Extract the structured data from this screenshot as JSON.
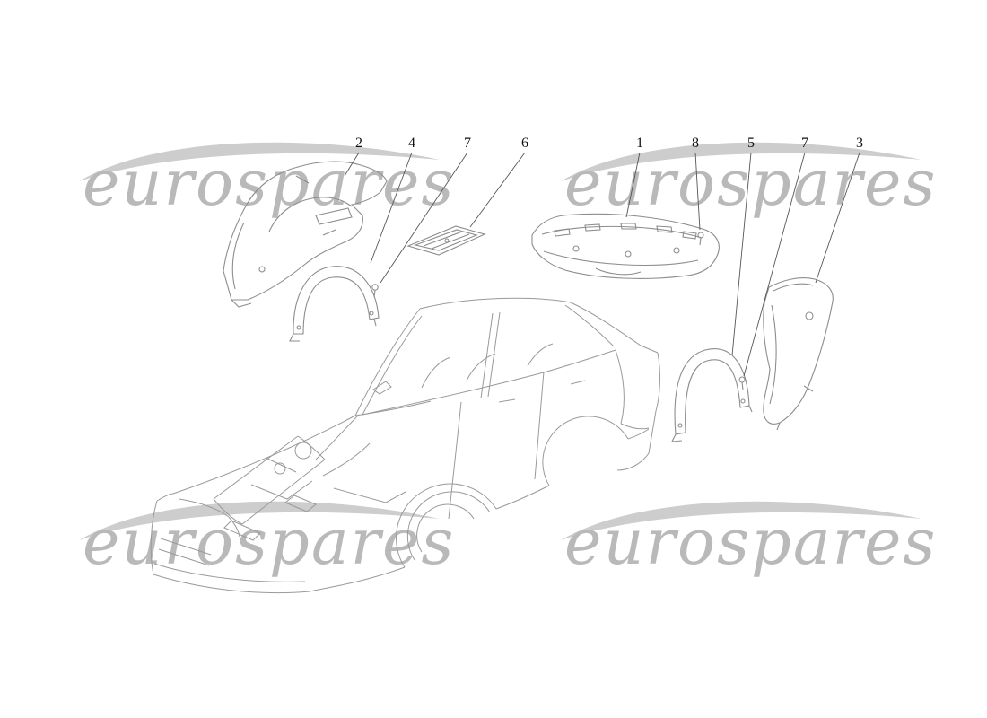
{
  "page": {
    "background": "#ffffff",
    "description": "Bodywork and outer trim parts line diagram"
  },
  "watermark": {
    "text": "eurospares",
    "text_color": "#b9b9b9",
    "swoosh_color": "#cdcdcd"
  },
  "diagram": {
    "line_color": "#8d8d8d",
    "car_line_color": "#9a9a9a",
    "callout_color": "#111111",
    "callouts": [
      {
        "label": "2",
        "part": "rear-inner-quarter-panel"
      },
      {
        "label": "4",
        "part": "wheelhouse-liner-left"
      },
      {
        "label": "7",
        "part": "fastener-clip-left"
      },
      {
        "label": "6",
        "part": "mounting-plate"
      },
      {
        "label": "1",
        "part": "rear-crossmember-reinforcement"
      },
      {
        "label": "8",
        "part": "fastener-clip-center"
      },
      {
        "label": "5",
        "part": "wheelhouse-liner-right"
      },
      {
        "label": "7",
        "part": "fastener-clip-right"
      },
      {
        "label": "3",
        "part": "rear-quarter-panel"
      }
    ]
  }
}
